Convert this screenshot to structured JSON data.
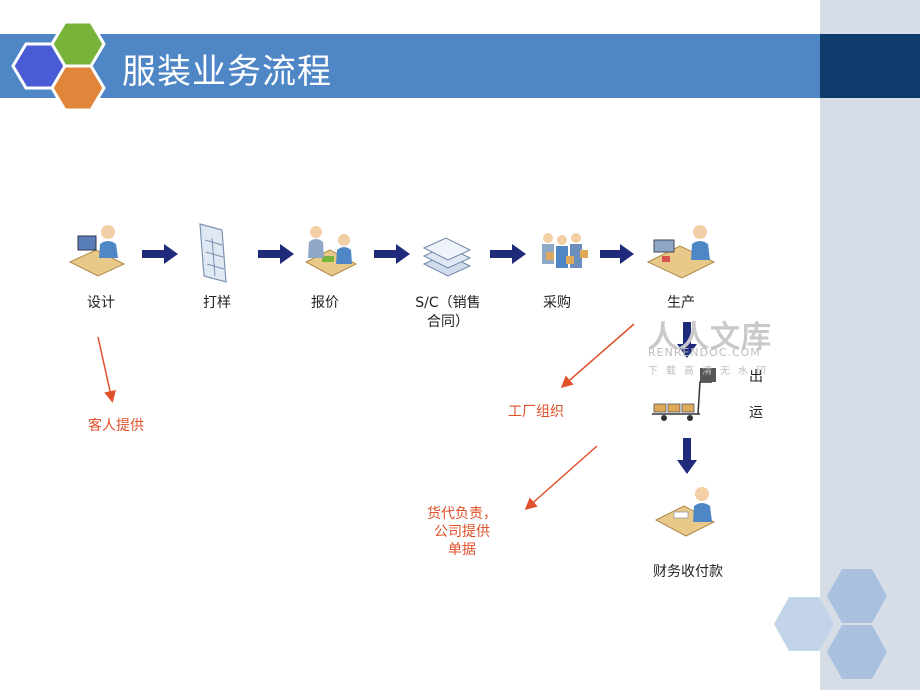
{
  "title": "服装业务流程",
  "process_steps": [
    {
      "label": "设计",
      "icon": "designer-icon"
    },
    {
      "label": "打样",
      "icon": "sample-sheet-icon"
    },
    {
      "label": "报价",
      "icon": "quotation-meeting-icon"
    },
    {
      "label": "S/C（销售合同）",
      "label_lines": [
        "S/C（销售",
        "合同）"
      ],
      "icon": "contract-stack-icon"
    },
    {
      "label": "采购",
      "icon": "purchasing-team-icon"
    },
    {
      "label": "生产",
      "icon": "production-icon"
    }
  ],
  "shipping": {
    "label": "出运",
    "label_lines": [
      "出",
      "运"
    ],
    "icon": "shipping-cart-icon"
  },
  "finance": {
    "label": "财务收付款",
    "icon": "accountant-icon"
  },
  "notes": {
    "customer_provided": "客人提供",
    "factory_organized": "工厂组织",
    "forwarder_lines": [
      "货代负责，",
      "公司提供",
      "单据"
    ]
  },
  "watermark": {
    "main": "人人文库",
    "url": "RENRENDOC.COM",
    "sub": "下载高清无水印"
  },
  "colors": {
    "title_bar": "#4f87c6",
    "title_bar_dark": "#0f3a6c",
    "side_panel": "#d7dde6",
    "flow_arrow": "#1f2a7a",
    "note_arrow": "#e0502a",
    "hex_blue": "#4a5bd6",
    "hex_green": "#78b33a",
    "hex_orange": "#e0853a",
    "hex_light": "#a9c1df"
  }
}
